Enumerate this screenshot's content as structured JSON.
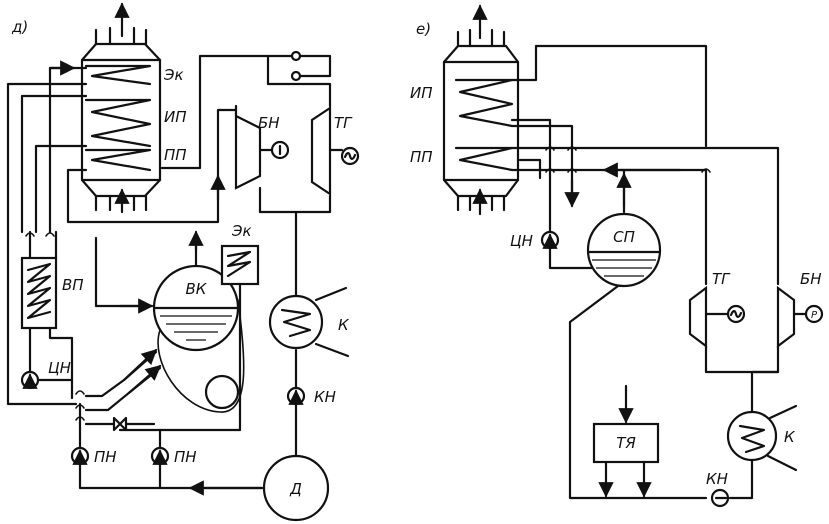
{
  "diagram_d": {
    "panel_letter": "д)",
    "boiler_sections": {
      "economizer": "Эк",
      "evaporator": "ИП",
      "superheater": "ПП"
    },
    "air_heater": "ВП",
    "drum": "ВК",
    "economizer_external": "Эк",
    "feed_turbine": "БН",
    "turbogenerator": "ТГ",
    "condenser": "К",
    "circulation_pump": "ЦН",
    "condensate_pump": "КН",
    "feed_pump_1": "ПН",
    "feed_pump_2": "ПН",
    "deaerator": "Д"
  },
  "diagram_e": {
    "panel_letter": "е)",
    "boiler_sections": {
      "evaporator": "ИП",
      "superheater": "ПП"
    },
    "circulation_pump": "ЦН",
    "separator": "СП",
    "turbogenerator": "ТГ",
    "feed_turbine": "БН",
    "condenser": "К",
    "condensate_pump": "КН",
    "feed_tank": "ТЯ"
  }
}
